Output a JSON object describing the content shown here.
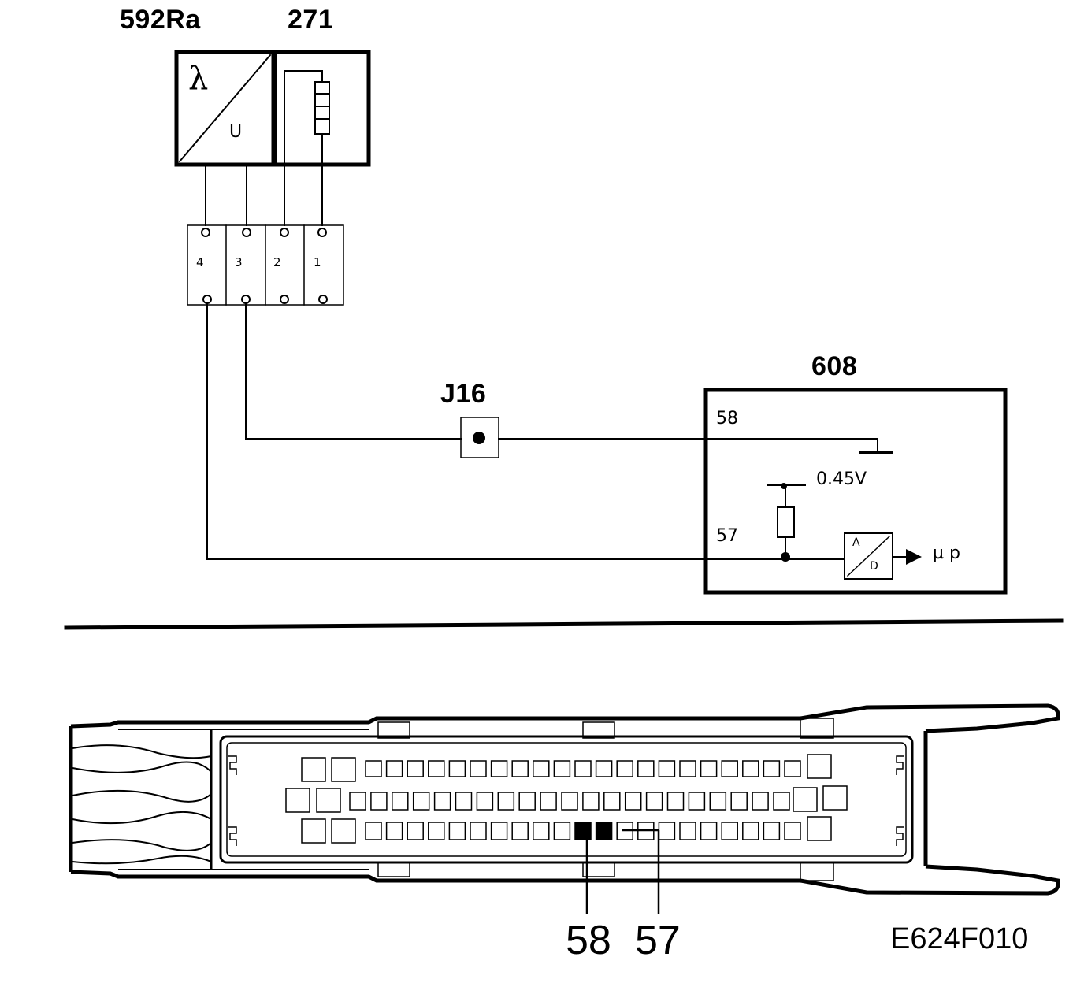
{
  "components": {
    "sensor": {
      "id": "592Ra",
      "lambda_symbol": "λ",
      "voltage_symbol": "U"
    },
    "heater": {
      "id": "271"
    },
    "splice": {
      "id": "J16"
    },
    "ecu": {
      "id": "608",
      "pin_58": "58",
      "pin_57": "57",
      "reference_voltage": "0.45V",
      "adc_input": "A",
      "adc_output": "D",
      "processor": "µ p"
    }
  },
  "connector": {
    "pins": [
      "4",
      "3",
      "2",
      "1"
    ]
  },
  "ecu_connector": {
    "callout_pins": [
      "58",
      "57"
    ]
  },
  "figure_code": "E624F010"
}
